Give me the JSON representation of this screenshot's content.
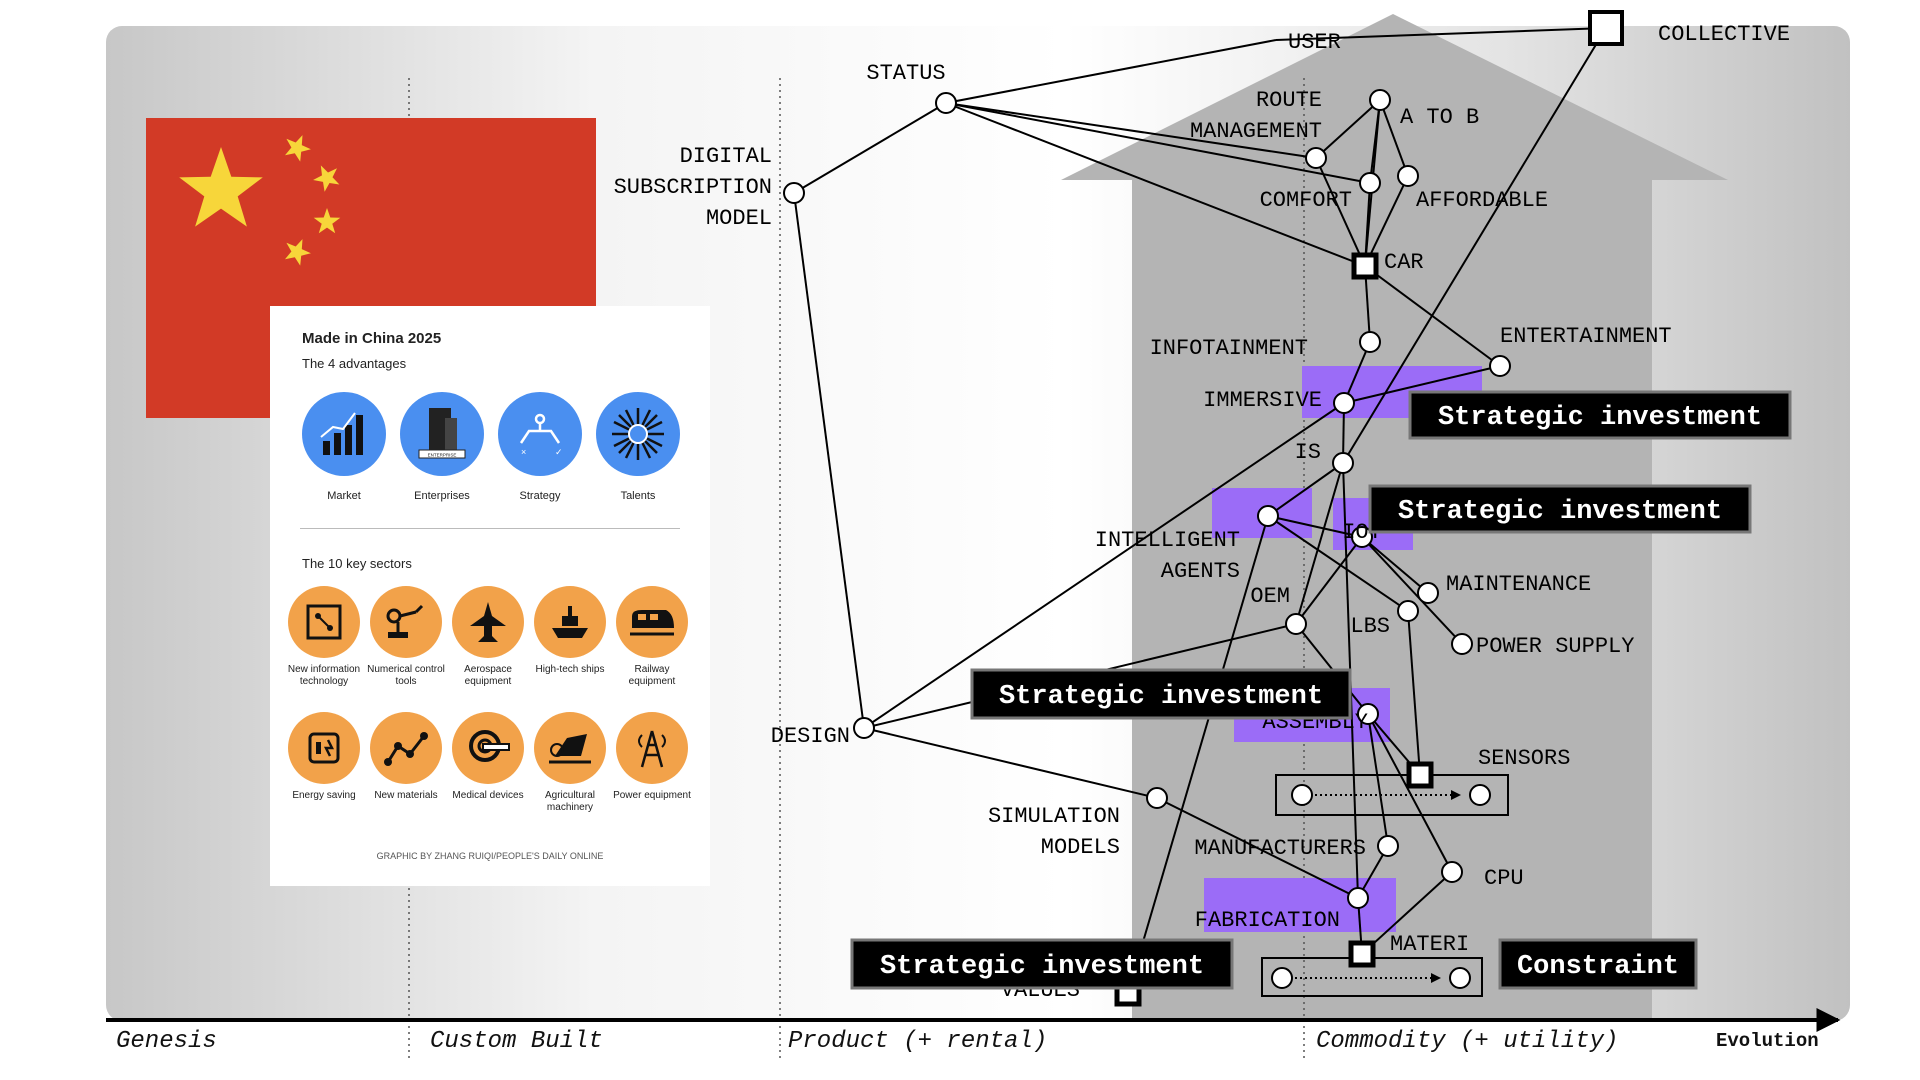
{
  "axis": {
    "stages": [
      "Genesis",
      "Custom Built",
      "Product (+ rental)",
      "Commodity (+ utility)"
    ],
    "end_label": "Evolution"
  },
  "components": [
    {
      "id": "user",
      "label": "USER",
      "shape": "none"
    },
    {
      "id": "collective",
      "label": "COLLECTIVE",
      "shape": "square"
    },
    {
      "id": "status",
      "label": "STATUS",
      "shape": "circle"
    },
    {
      "id": "digital",
      "label": "DIGITAL\nSUBSCRIPTION\nMODEL",
      "shape": "circle"
    },
    {
      "id": "route",
      "label": "ROUTE\nMANAGEMENT",
      "shape": "circle"
    },
    {
      "id": "atob",
      "label": "A TO B",
      "shape": "circle"
    },
    {
      "id": "comfort",
      "label": "COMFORT",
      "shape": "circle"
    },
    {
      "id": "affordable",
      "label": "AFFORDABLE",
      "shape": "circle"
    },
    {
      "id": "car",
      "label": "CAR",
      "shape": "square"
    },
    {
      "id": "infotainment",
      "label": "INFOTAINMENT",
      "shape": "circle"
    },
    {
      "id": "entertainment",
      "label": "ENTERTAINMENT",
      "shape": "circle"
    },
    {
      "id": "immersive",
      "label": "IMMERSIVE",
      "shape": "circle"
    },
    {
      "id": "is",
      "label": "IS",
      "shape": "circle"
    },
    {
      "id": "intelligent",
      "label": "INTELLIGENT\nAGENTS",
      "shape": "circle"
    },
    {
      "id": "iot",
      "label": "IOT",
      "shape": "circle"
    },
    {
      "id": "maintenance",
      "label": "MAINTENANCE",
      "shape": "circle"
    },
    {
      "id": "oem",
      "label": "OEM",
      "shape": "circle"
    },
    {
      "id": "lbs",
      "label": "LBS",
      "shape": "circle"
    },
    {
      "id": "power",
      "label": "POWER SUPPLY",
      "shape": "circle"
    },
    {
      "id": "design",
      "label": "DESIGN",
      "shape": "circle"
    },
    {
      "id": "assembly",
      "label": "ASSEMBLY",
      "shape": "circle"
    },
    {
      "id": "sensors",
      "label": "SENSORS",
      "shape": "square"
    },
    {
      "id": "simulation",
      "label": "SIMULATION\nMODELS",
      "shape": "circle"
    },
    {
      "id": "manufacturers",
      "label": "MANUFACTURERS",
      "shape": "circle"
    },
    {
      "id": "cpu",
      "label": "CPU",
      "shape": "circle"
    },
    {
      "id": "fabrication",
      "label": "FABRICATION",
      "shape": "circle"
    },
    {
      "id": "materials",
      "label": "MATERI",
      "shape": "square"
    },
    {
      "id": "values",
      "label": "VALUES",
      "shape": "square"
    }
  ],
  "links": [
    [
      "user",
      "status"
    ],
    [
      "user",
      "collective"
    ],
    [
      "status",
      "digital"
    ],
    [
      "status",
      "route"
    ],
    [
      "status",
      "car"
    ],
    [
      "status",
      "comfort"
    ],
    [
      "atob",
      "route"
    ],
    [
      "atob",
      "comfort"
    ],
    [
      "atob",
      "affordable"
    ],
    [
      "atob",
      "car"
    ],
    [
      "route",
      "car"
    ],
    [
      "comfort",
      "car"
    ],
    [
      "affordable",
      "car"
    ],
    [
      "car",
      "infotainment"
    ],
    [
      "car",
      "entertainment"
    ],
    [
      "infotainment",
      "immersive"
    ],
    [
      "entertainment",
      "immersive"
    ],
    [
      "immersive",
      "is"
    ],
    [
      "immersive",
      "design"
    ],
    [
      "collective",
      "is"
    ],
    [
      "is",
      "oem"
    ],
    [
      "is",
      "intelligent"
    ],
    [
      "intelligent",
      "iot"
    ],
    [
      "intelligent",
      "lbs"
    ],
    [
      "intelligent",
      "values"
    ],
    [
      "iot",
      "maintenance"
    ],
    [
      "iot",
      "power"
    ],
    [
      "iot",
      "oem"
    ],
    [
      "lbs",
      "sensors"
    ],
    [
      "oem",
      "design"
    ],
    [
      "oem",
      "assembly"
    ],
    [
      "digital",
      "design"
    ],
    [
      "design",
      "simulation"
    ],
    [
      "simulation",
      "fabrication"
    ],
    [
      "assembly",
      "sensors"
    ],
    [
      "assembly",
      "manufacturers"
    ],
    [
      "assembly",
      "cpu"
    ],
    [
      "manufacturers",
      "fabrication"
    ],
    [
      "fabrication",
      "materials"
    ],
    [
      "cpu",
      "materials"
    ],
    [
      "is",
      "fabrication"
    ]
  ],
  "annotations": [
    {
      "text": "Strategic investment"
    },
    {
      "text": "Strategic investment"
    },
    {
      "text": "Strategic investment"
    },
    {
      "text": "Strategic investment"
    },
    {
      "text": "Constraint"
    }
  ],
  "infographic": {
    "title": "Made in China 2025",
    "advantages_heading": "The 4 advantages",
    "advantages": [
      "Market",
      "Enterprises",
      "Strategy",
      "Talents"
    ],
    "sectors_heading": "The 10 key sectors",
    "sectors": [
      "New information technology",
      "Numerical control tools",
      "Aerospace equipment",
      "High-tech ships",
      "Railway equipment",
      "Energy saving",
      "New materials",
      "Medical devices",
      "Agricultural machinery",
      "Power equipment"
    ],
    "enterprise_badge": "ENTERPRISE",
    "credit": "GRAPHIC BY ZHANG RUIQI/PEOPLE'S DAILY ONLINE"
  },
  "colors": {
    "flag_red": "#d23a26",
    "flag_star": "#f7d63a",
    "highlight": "#9b6cf7",
    "advantage_blue": "#4a8ff0",
    "sector_orange": "#f2a24a"
  }
}
